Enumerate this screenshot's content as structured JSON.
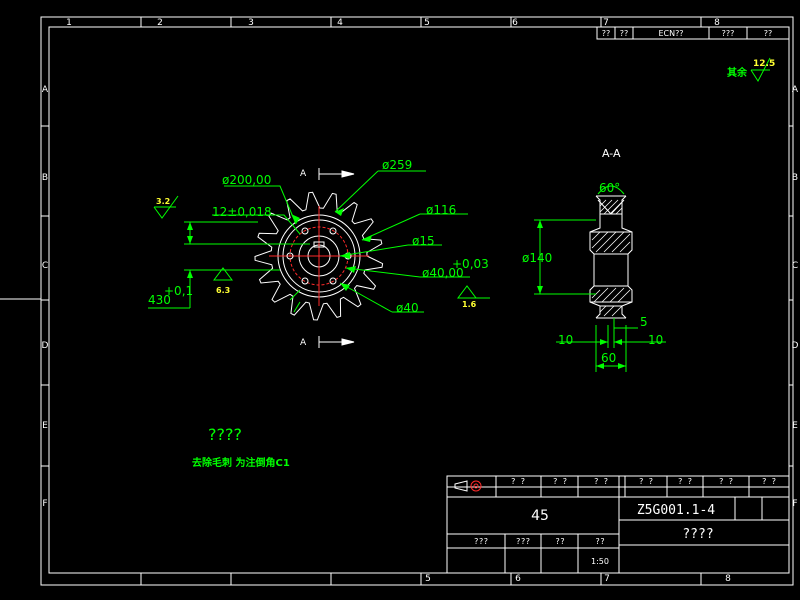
{
  "colors": {
    "background": "#000000",
    "frame": "#ffffff",
    "border_green": "#32cd32",
    "dimension_green": "#00ff00",
    "center_red": "#ff2a2a",
    "mark_yellow": "#ffff33"
  },
  "grid": {
    "cols_top": [
      "1",
      "2",
      "3",
      "4",
      "5",
      "6",
      "7",
      "8"
    ],
    "cols_bottom": [
      "5",
      "6",
      "7",
      "8"
    ],
    "rows": [
      "A",
      "B",
      "C",
      "D",
      "E",
      "F"
    ]
  },
  "revision_block": [
    "??",
    "??",
    "ECN??",
    "???",
    "??"
  ],
  "finish_note": {
    "label": "其余",
    "value": "12.5"
  },
  "section": {
    "label": "A-A"
  },
  "gear_view": {
    "cut_marker_top": "A",
    "cut_marker_bottom": "A",
    "dims": {
      "d200": "ø200,00",
      "d259": "ø259",
      "tol12": "12±0,018",
      "d116": "ø116",
      "d15": "ø15",
      "d40a": "ø40,00",
      "tol003": "+0,03",
      "d40b": "ø40",
      "d430": "430",
      "tol01": "+0,1"
    },
    "roughness": [
      "3.2",
      "6.3",
      "1.6"
    ]
  },
  "section_view": {
    "angle": "60°",
    "dia": "ø140",
    "d5": "5",
    "d10a": "10",
    "d10b": "10",
    "d60": "60"
  },
  "tech_notes": {
    "title": "????",
    "text": "去除毛刺 为注倒角C1"
  },
  "title_block": {
    "header_cells": [
      "? ?",
      "? ?",
      "? ?",
      "? ?",
      "? ?",
      "? ?",
      "? ?"
    ],
    "material": "45",
    "drawing_number": "Z5G001.1-4",
    "part_name": "????",
    "bottom_labels": [
      "???",
      "???",
      "??",
      "??"
    ],
    "scale": "1:50"
  }
}
